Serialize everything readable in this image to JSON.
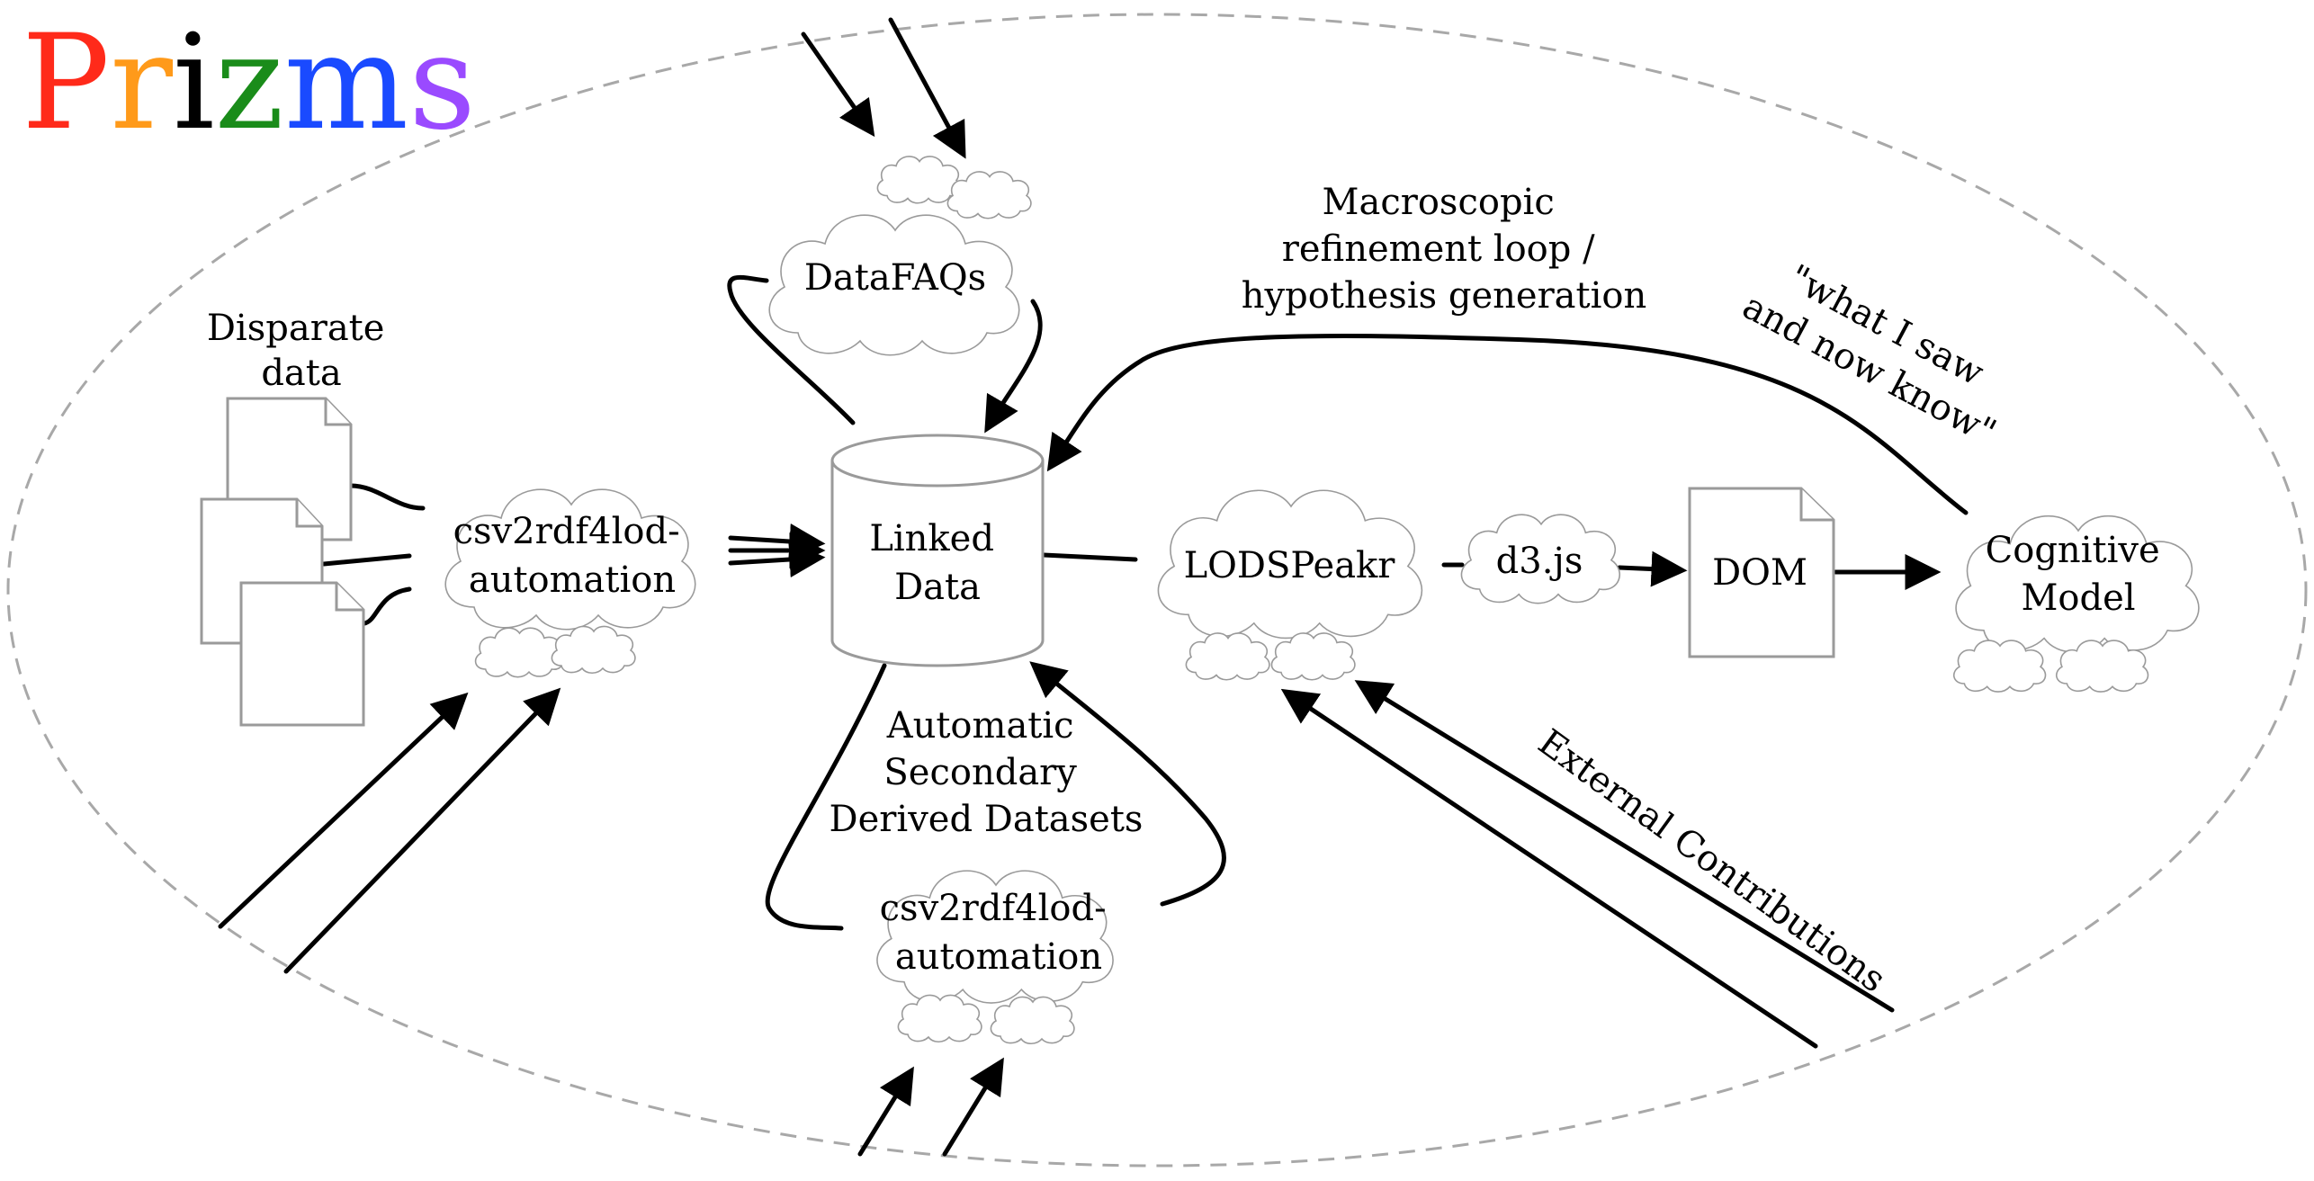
{
  "title": {
    "letters": [
      {
        "ch": "P",
        "color": "#ff2a1a"
      },
      {
        "ch": "r",
        "color": "#ff9a1a"
      },
      {
        "ch": "i",
        "color": "#000000"
      },
      {
        "ch": "z",
        "color": "#1a8c1a"
      },
      {
        "ch": "m",
        "color": "#1a4aff"
      },
      {
        "ch": "s",
        "color": "#9a4aff"
      }
    ]
  },
  "labels": {
    "disparate_1": "Disparate",
    "disparate_2": "data",
    "csv_top_1": "csv2rdf4lod-",
    "csv_top_2": "automation",
    "datafaqs": "DataFAQs",
    "linked_1": "Linked",
    "linked_2": "Data",
    "macro_1": "Macroscopic",
    "macro_2": "refinement loop /",
    "macro_3": "hypothesis generation",
    "saw_1": "\"what I saw",
    "saw_2": "and now know\"",
    "lodspeakr": "LODSPeakr",
    "d3": "d3.js",
    "dom": "DOM",
    "cog_1": "Cognitive",
    "cog_2": "Model",
    "auto_1": "Automatic",
    "auto_2": "Secondary",
    "auto_3": "Derived Datasets",
    "csv_bot_1": "csv2rdf4lod-",
    "csv_bot_2": "automation",
    "external": "External Contributions"
  },
  "colors": {
    "line": "#000000",
    "shape_stroke": "#9a9a9a",
    "boundary": "#a8a8a8"
  }
}
